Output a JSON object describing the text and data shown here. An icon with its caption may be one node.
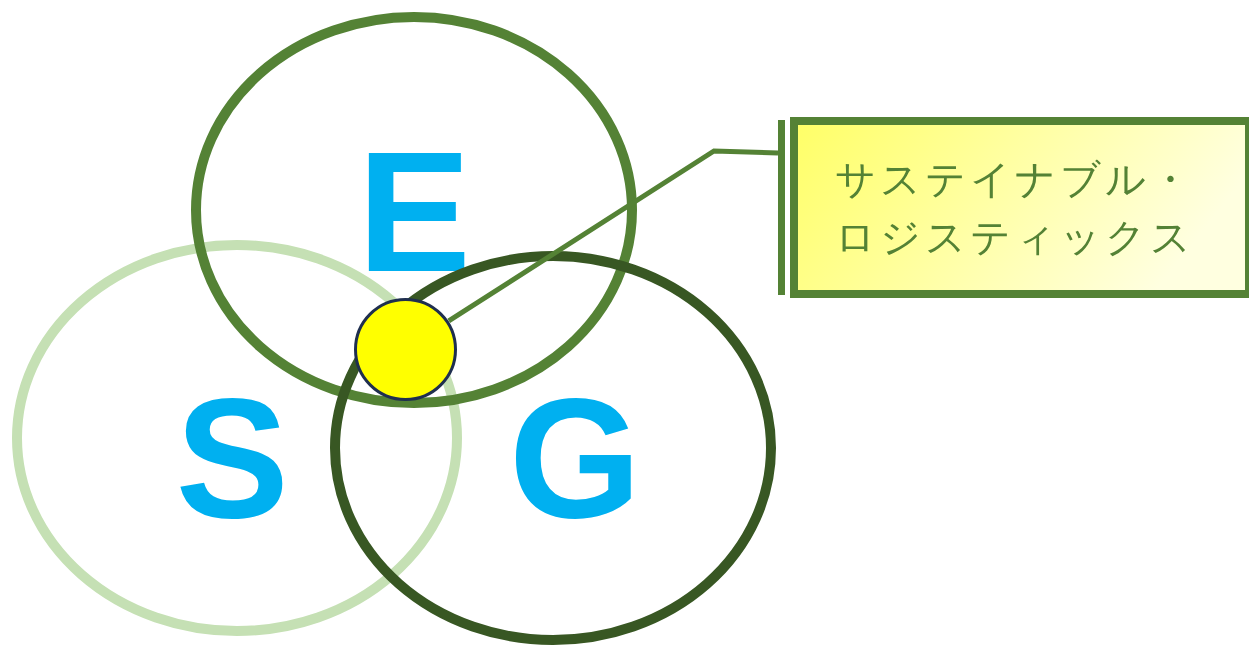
{
  "diagram": {
    "nodes": [
      {
        "text": [
          "E"
        ]
      },
      {
        "text": [
          "S"
        ]
      },
      {
        "text": [
          "G"
        ]
      },
      {
        "text": [],
        "shape": "circle"
      },
      {
        "text": [
          "サステイナブル・ロジスティックス"
        ]
      }
    ],
    "edges": [
      {
        "from": 4,
        "to": 3,
        "arrow": "none"
      }
    ]
  }
}
